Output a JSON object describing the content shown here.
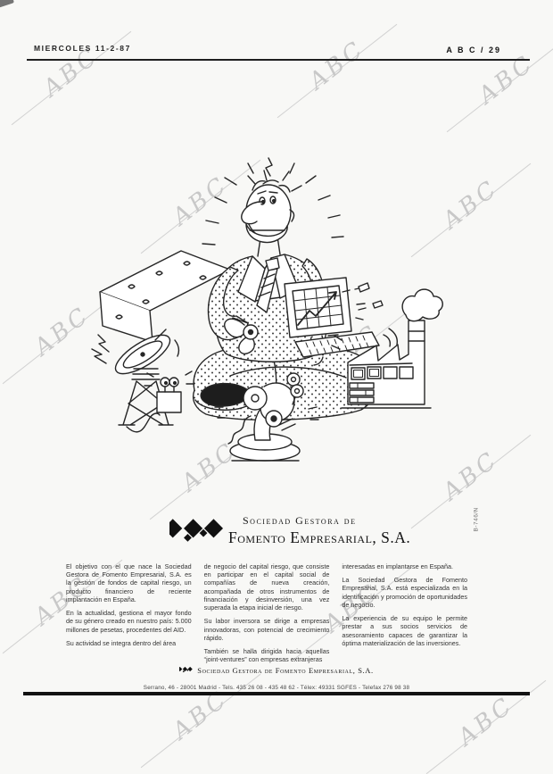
{
  "header": {
    "date": "MIERCOLES 11-2-87",
    "page_label": "A B C / 29"
  },
  "watermark": {
    "text": "ABC"
  },
  "side_code": "B-746/N",
  "ad": {
    "logo": {
      "line1": "Sociedad Gestora de",
      "line2": "Fomento Empresarial, S.A."
    },
    "columns": [
      [
        "El objetivo con el que nace la Sociedad Gestora de Fomento Empresarial, S.A. es la gestión de fondos de capital riesgo, un producto financiero de reciente implantación en España.",
        "En la actualidad, gestiona el mayor fondo de su género creado en nuestro país: 5.000 millones de pesetas, procedentes del AID.",
        "Su actividad se integra dentro del área"
      ],
      [
        "de negocio del capital riesgo, que consiste en participar en el capital social de compañías de nueva creación, acompañada de otros instrumentos de financiación y desinversión, una vez superada la etapa inicial de riesgo.",
        "Su labor inversora se dirige a empresas innovadoras, con potencial de crecimiento rápido.",
        "También se halla dirigida hacia aquellas “joint-ventures” con empresas extranjeras"
      ],
      [
        "interesadas en implantarse en España.",
        "La Sociedad Gestora de Fomento Empresarial, S.A. está especializada en la identificación y promoción de oportunidades de negocio.",
        "La experiencia de su equipo le permite prestar a sus socios servicios de asesoramiento capaces de garantizar la óptima materialización de las inversiones."
      ]
    ],
    "footer": {
      "company": "Sociedad Gestora de Fomento Empresarial, S.A.",
      "address": "Serrano, 46 - 28001 Madrid - Tels. 435 26 08 - 435 48 62 - Télex: 49331 SGFES - Telefax 276 98 38"
    }
  }
}
